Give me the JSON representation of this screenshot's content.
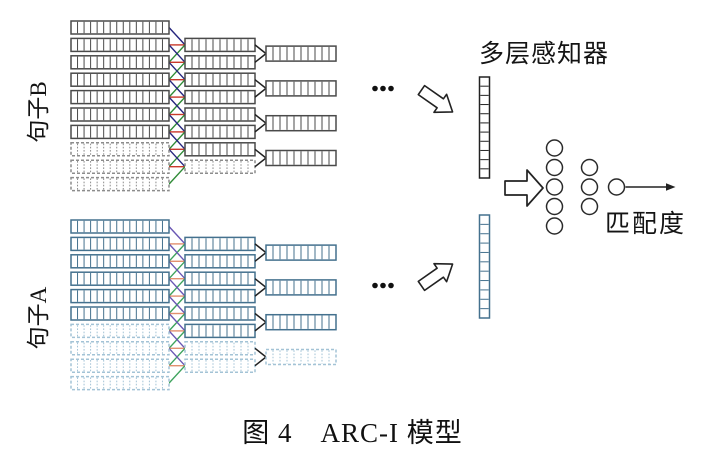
{
  "diagram": {
    "labels": {
      "sentence_b": "句子B",
      "sentence_a": "句子A",
      "mlp_title": "多层感知器",
      "match_score": "匹配度",
      "ellipsis": "..."
    },
    "caption": "图 4　ARC-I 模型",
    "mlp": {
      "layer1_nodes": 5,
      "layer2_nodes": 3,
      "output_nodes": 1
    },
    "groups": [
      {
        "id": "sentence-b",
        "label": "句子B",
        "palette": {
          "solid": "#4a4a4a",
          "dashed": "#8c8c8c",
          "cross_down": "#26267e",
          "cross_mid": "#c9392b",
          "cross_up": "#2f8b37",
          "feature": "#222222"
        },
        "col1": {
          "count": 10,
          "solid": 7,
          "cells": 15
        },
        "col2": {
          "count": 8,
          "solid": 7,
          "cells": 10
        },
        "col3": {
          "count": 4,
          "solid": 4,
          "cells": 10
        },
        "feature_cells": 11
      },
      {
        "id": "sentence-a",
        "label": "句子A",
        "palette": {
          "solid": "#44718e",
          "dashed": "#a3c3d6",
          "cross_down": "#6a57b4",
          "cross_mid": "#e2906f",
          "cross_up": "#3ea35d",
          "feature": "#44718e"
        },
        "col1": {
          "count": 10,
          "solid": 6,
          "cells": 15
        },
        "col2": {
          "count": 8,
          "solid": 6,
          "cells": 10
        },
        "col3": {
          "count": 4,
          "solid": 3,
          "cells": 10
        },
        "feature_cells": 11
      }
    ]
  }
}
